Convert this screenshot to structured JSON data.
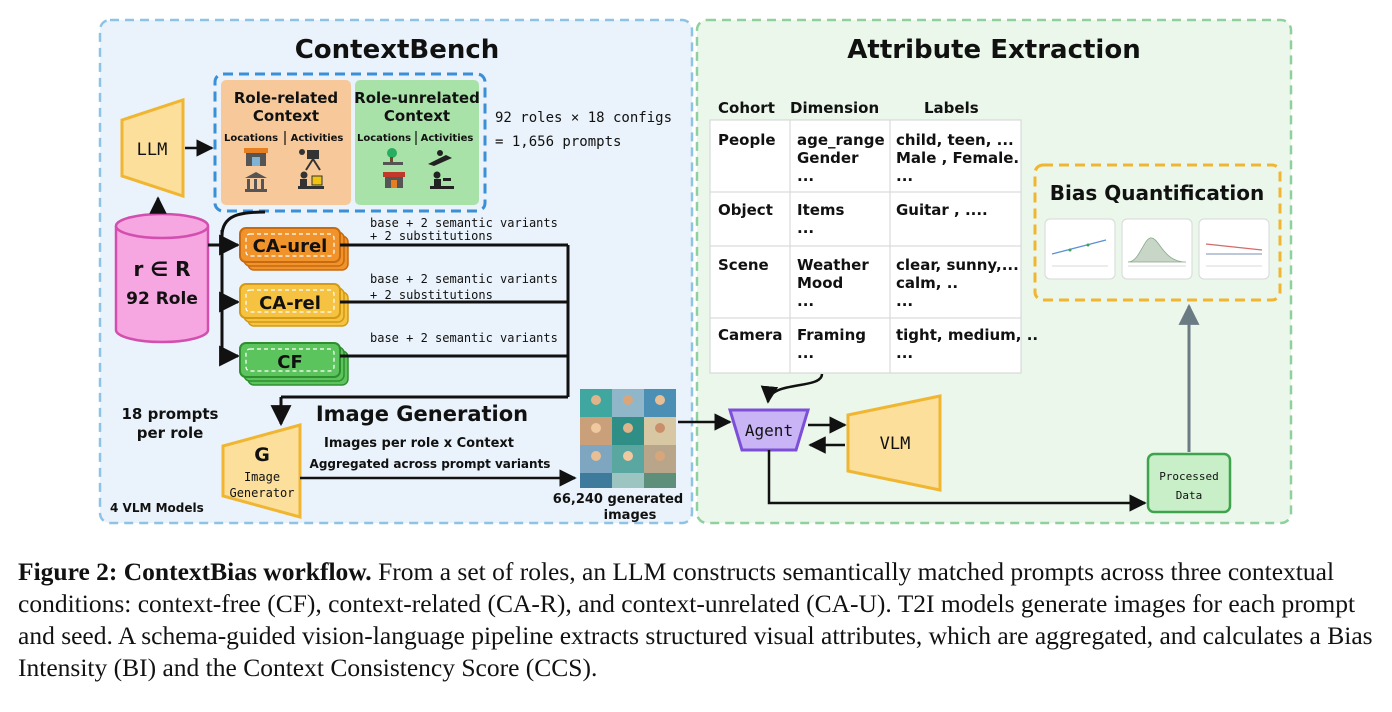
{
  "contextbench": {
    "title": "ContextBench",
    "llm": "LLM",
    "role_related": {
      "title": "Role-related Context",
      "col1": "Locations",
      "col2": "Activities"
    },
    "role_unrelated": {
      "title": "Role-unrelated Context",
      "col1": "Locations",
      "col2": "Activities"
    },
    "prompts_note_1": "92 roles × 18 configs",
    "prompts_note_2": "= 1,656 prompts",
    "role_db": {
      "symbol": "r ∈ R",
      "label": "92 Role"
    },
    "variants": [
      {
        "label": "CA-urel",
        "note_1": "base + 2 semantic variants",
        "note_2": "+ 2 substitutions",
        "color": "#f0932b"
      },
      {
        "label": "CA-rel",
        "note_1": "base + 2 semantic variants",
        "note_2": "+ 2 substitutions",
        "color": "#f5c242"
      },
      {
        "label": "CF",
        "note_1": "base + 2 semantic variants",
        "note_2": "",
        "color": "#5cc45c"
      }
    ],
    "prompts_per_role_1": "18 prompts",
    "prompts_per_role_2": "per role",
    "image_generation": "Image Generation",
    "images_per_role": "Images per role x Context",
    "aggregated": "Aggregated across prompt variants",
    "generator": {
      "letter": "G",
      "line1": "Image",
      "line2": "Generator"
    },
    "vlm_models": "4 VLM Models",
    "generated_1": "66,240 generated",
    "generated_2": "images"
  },
  "attribute_extraction": {
    "title": "Attribute Extraction",
    "table": {
      "headers": [
        "Cohort",
        "Dimension",
        "Labels"
      ],
      "rows": [
        {
          "cohort": "People",
          "dims": [
            "age_range",
            "Gender",
            "..."
          ],
          "labels": [
            "child, teen, ...",
            "Male , Female.",
            "..."
          ]
        },
        {
          "cohort": "Object",
          "dims": [
            "Items",
            "..."
          ],
          "labels": [
            "Guitar , ...."
          ]
        },
        {
          "cohort": "Scene",
          "dims": [
            "Weather",
            "Mood",
            "..."
          ],
          "labels": [
            "clear, sunny,...",
            "calm, ..",
            "..."
          ]
        },
        {
          "cohort": "Camera",
          "dims": [
            "Framing",
            "..."
          ],
          "labels": [
            "tight, medium, ..",
            "..."
          ]
        }
      ]
    },
    "agent": "Agent",
    "vlm": "VLM",
    "processed_1": "Processed",
    "processed_2": "Data",
    "bias_quantification": "Bias Quantification"
  },
  "colors": {
    "left_bg": "#eaf3fb",
    "left_border": "#8ec3e6",
    "right_bg": "#eaf7ea",
    "right_border": "#8fd19e",
    "trap_fill": "#fbdf9a",
    "trap_stroke": "#f0b632",
    "role_related_bg": "#f7c99a",
    "role_unrelated_bg": "#a8e2a8",
    "db_fill": "#f6a6e0",
    "agent_fill": "#c9b4f5",
    "agent_stroke": "#7d4fd8",
    "bias_border": "#f0b632"
  },
  "caption": {
    "label": "Figure 2: ContextBias workflow.",
    "text": " From a set of roles, an LLM constructs semantically matched prompts across three contextual conditions: context-free (CF), context-related (CA-R), and context-unrelated (CA-U). T2I models generate images for each prompt and seed. A schema-guided vision-language pipeline extracts structured visual attributes, which are aggregated, and calculates a Bias Intensity (BI) and the Context Consistency Score (CCS)."
  }
}
